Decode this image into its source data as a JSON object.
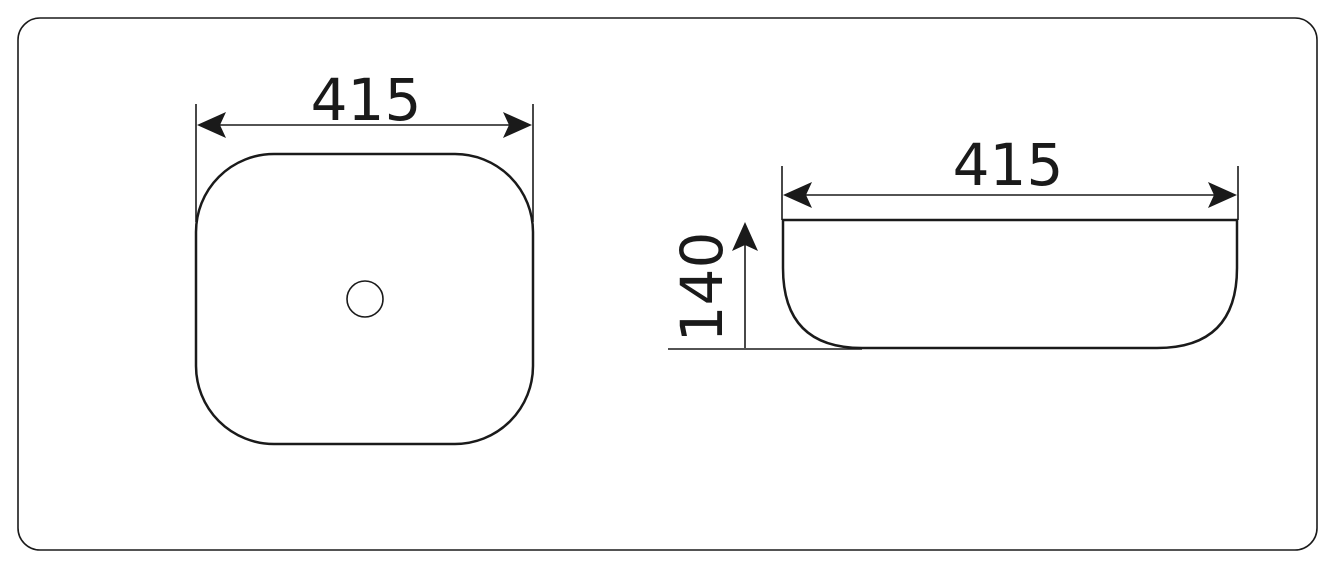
{
  "top_view": {
    "width_dimension": "415"
  },
  "side_view": {
    "width_dimension": "415",
    "height_dimension": "140"
  },
  "colors": {
    "line": "#1a1a1a",
    "background": "#ffffff"
  }
}
